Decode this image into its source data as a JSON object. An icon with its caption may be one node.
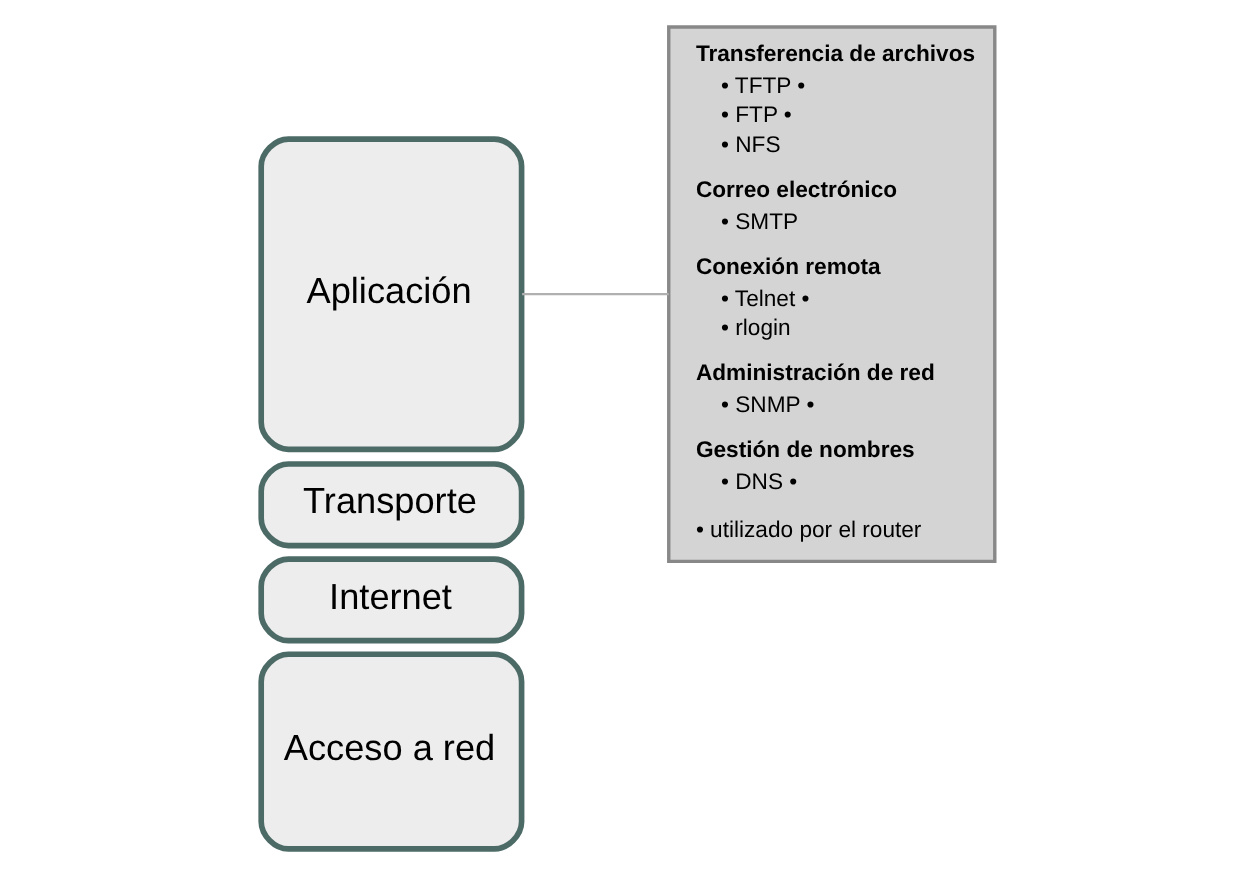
{
  "diagram": {
    "nodes": [
      {
        "text": [
          "Aplicación"
        ]
      },
      {
        "text": [
          "Transporte"
        ]
      },
      {
        "text": [
          "Internet"
        ]
      },
      {
        "text": [
          "Acceso a red"
        ]
      },
      {
        "text": [
          "Transferencia de archivos",
          "• TFTP •",
          "• FTP •",
          "• NFS",
          "Correo electrónico",
          "• SMTP",
          "Conexión remota",
          "• Telnet •",
          "• rlogin",
          "Administración de red",
          "• SNMP •",
          "Gestión de nombres",
          "• DNS •",
          "• utilizado por el router"
        ]
      }
    ],
    "edges": [
      {
        "from": 0,
        "to": 4,
        "arrow": "none",
        "color": "#b0b0b0"
      }
    ]
  }
}
